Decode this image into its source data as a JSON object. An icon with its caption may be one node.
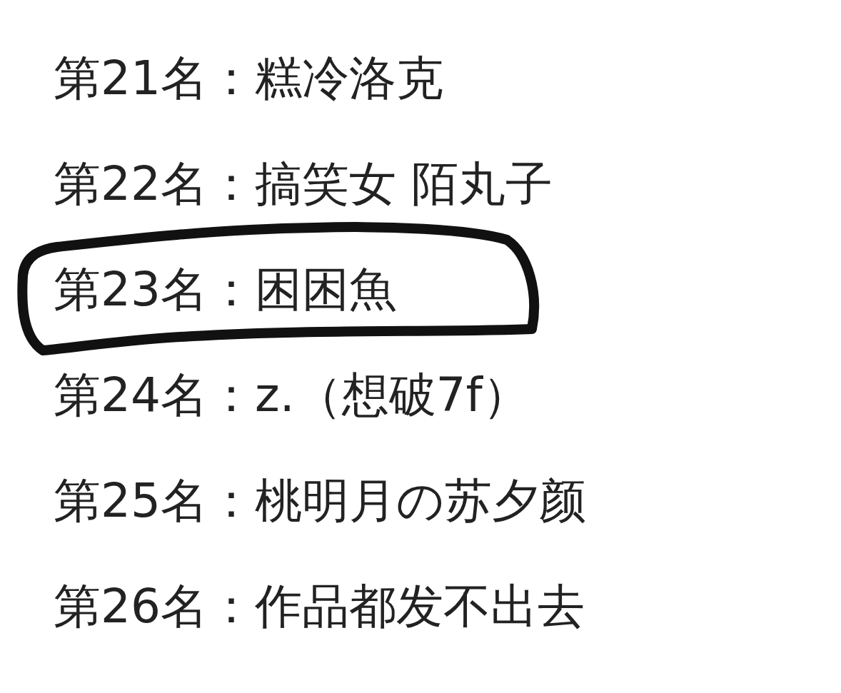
{
  "diagram": {
    "nodes": [
      {
        "text": [
          "第23名：困困魚"
        ]
      }
    ],
    "labels": [
      "第21名：糕冷洛克",
      "第22名：搞笑女 陌丸子",
      "第24名：z.（想破7f）",
      "第25名：桃明月の苏夕颜",
      "第26名：作品都发不出去"
    ]
  }
}
